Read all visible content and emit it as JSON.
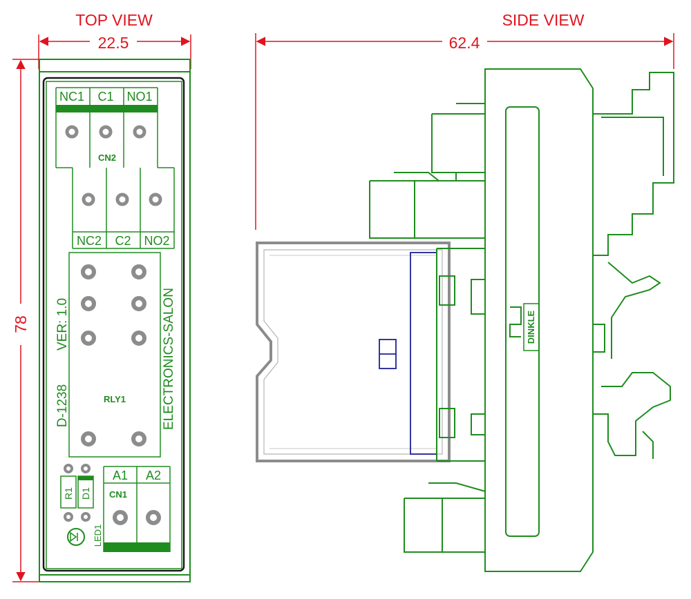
{
  "titles": {
    "top_view": "TOP VIEW",
    "side_view": "SIDE VIEW"
  },
  "dimensions": {
    "width": "22.5",
    "height": "78",
    "depth": "62.4"
  },
  "terminals": {
    "cn2_top": [
      "NC1",
      "C1",
      "NO1"
    ],
    "cn2_bottom": [
      "NC2",
      "C2",
      "NO2"
    ],
    "cn2_name": "CN2",
    "cn1_labels": [
      "A1",
      "A2"
    ],
    "cn1_name": "CN1"
  },
  "board": {
    "part_no": "D-1238",
    "version": "VER: 1.0",
    "maker": "ELECTRONICS-SALON",
    "relay": "RLY1",
    "r1": "R1",
    "d1": "D1",
    "led1": "LED1"
  },
  "side_brand": "DINKLE",
  "colors": {
    "dimension": "#e0141e",
    "outline": "#1e8c1e",
    "relay": "#1e1e96",
    "cover": "#8c8c8c"
  }
}
